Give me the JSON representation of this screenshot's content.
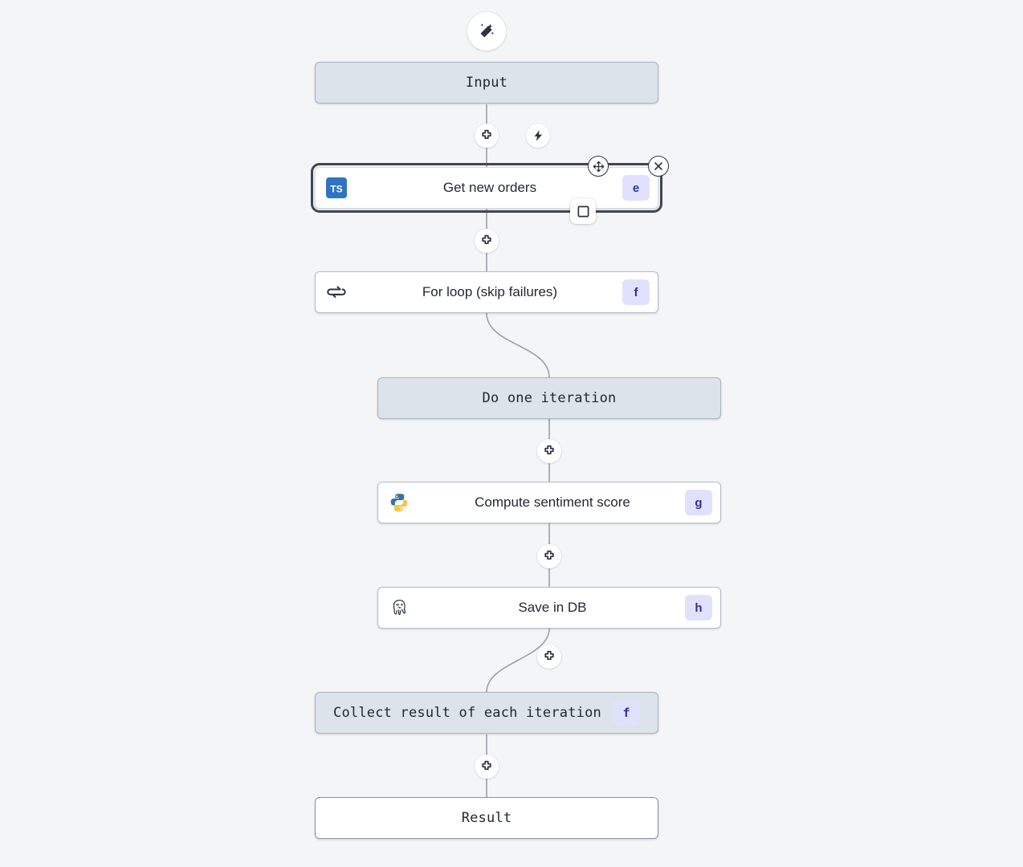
{
  "canvas": {
    "background_color": "#f4f5f7",
    "accent_badge_bg": "#e0e2fd",
    "accent_badge_fg": "#312e9e",
    "virtual_node_bg": "#dde3ea",
    "connector_color": "#9aa0a8",
    "selection_color": "#3f4656"
  },
  "toolbar": {
    "ai_assist_label": "ai-assist",
    "ai_assist_icon": "magic-wand-icon"
  },
  "nodes": [
    {
      "id": "input",
      "label": "Input",
      "kind": "virtual",
      "icon": null,
      "badge": null
    },
    {
      "id": "get-new-orders",
      "label": "Get new orders",
      "kind": "step",
      "icon": "typescript-icon",
      "badge": "e",
      "selected": true
    },
    {
      "id": "for-loop",
      "label": "For loop (skip failures)",
      "kind": "step",
      "icon": "loop-icon",
      "badge": "f"
    },
    {
      "id": "do-one-iteration",
      "label": "Do one iteration",
      "kind": "virtual",
      "icon": null,
      "badge": null
    },
    {
      "id": "compute-sentiment-score",
      "label": "Compute sentiment score",
      "kind": "step",
      "icon": "python-icon",
      "badge": "g"
    },
    {
      "id": "save-in-db",
      "label": "Save in DB",
      "kind": "step",
      "icon": "postgresql-icon",
      "badge": "h"
    },
    {
      "id": "collect-result",
      "label": "Collect result of each iteration",
      "kind": "virtual",
      "icon": null,
      "badge": "f"
    },
    {
      "id": "result",
      "label": "Result",
      "kind": "result",
      "icon": null,
      "badge": null
    }
  ],
  "buttons": {
    "add_step_label": "+",
    "add_step_icon": "plus-icon",
    "trigger_label": "trigger",
    "trigger_icon": "lightning-bolt-icon",
    "move_label": "move",
    "move_icon": "move-handle-icon",
    "close_label": "close",
    "close_icon": "close-x-icon",
    "select_label": "select",
    "select_icon": "square-icon"
  }
}
